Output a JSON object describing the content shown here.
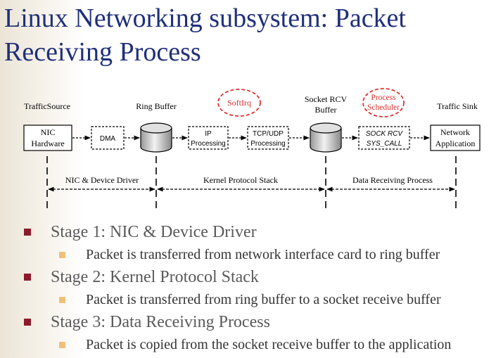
{
  "title": "Linux Networking subsystem: Packet Receiving Process",
  "diagram": {
    "top_labels": {
      "traffic_source": "TrafficSource",
      "ring_buffer": "Ring Buffer",
      "softirq": "SoftIrq",
      "socket_rcv_line1": "Socket RCV",
      "socket_rcv_line2": "Buffer",
      "process_scheduler_line1": "Process",
      "process_scheduler_line2": "Scheduler",
      "traffic_sink": "Traffic Sink"
    },
    "boxes": {
      "nic_line1": "NIC",
      "nic_line2": "Hardware",
      "dma": "DMA",
      "ip_line1": "IP",
      "ip_line2": "Processing",
      "tcp_line1": "TCP/UDP",
      "tcp_line2": "Processing",
      "sock_line1": "SOCK RCV",
      "sock_line2": "SYS_CALL",
      "net_app_line1": "Network",
      "net_app_line2": "Application"
    },
    "stages": {
      "nic_driver": "NIC & Device Driver",
      "kernel_stack": "Kernel Protocol Stack",
      "data_receiving": "Data Receiving Process"
    },
    "colors": {
      "accent_red": "#e03030",
      "line": "#000000"
    }
  },
  "bullets": [
    {
      "stage": "Stage 1: NIC & Device Driver",
      "detail": "Packet is transferred from network interface card to ring buffer"
    },
    {
      "stage": "Stage 2: Kernel Protocol Stack",
      "detail": "Packet is transferred from ring buffer to a socket receive buffer"
    },
    {
      "stage": "Stage 3: Data Receiving Process",
      "detail": "Packet is copied from the socket receive buffer to the application"
    }
  ],
  "colors": {
    "title": "#1f2f7a",
    "level1_bullet": "#8c1a2a",
    "level2_bullet": "#f0c079"
  }
}
